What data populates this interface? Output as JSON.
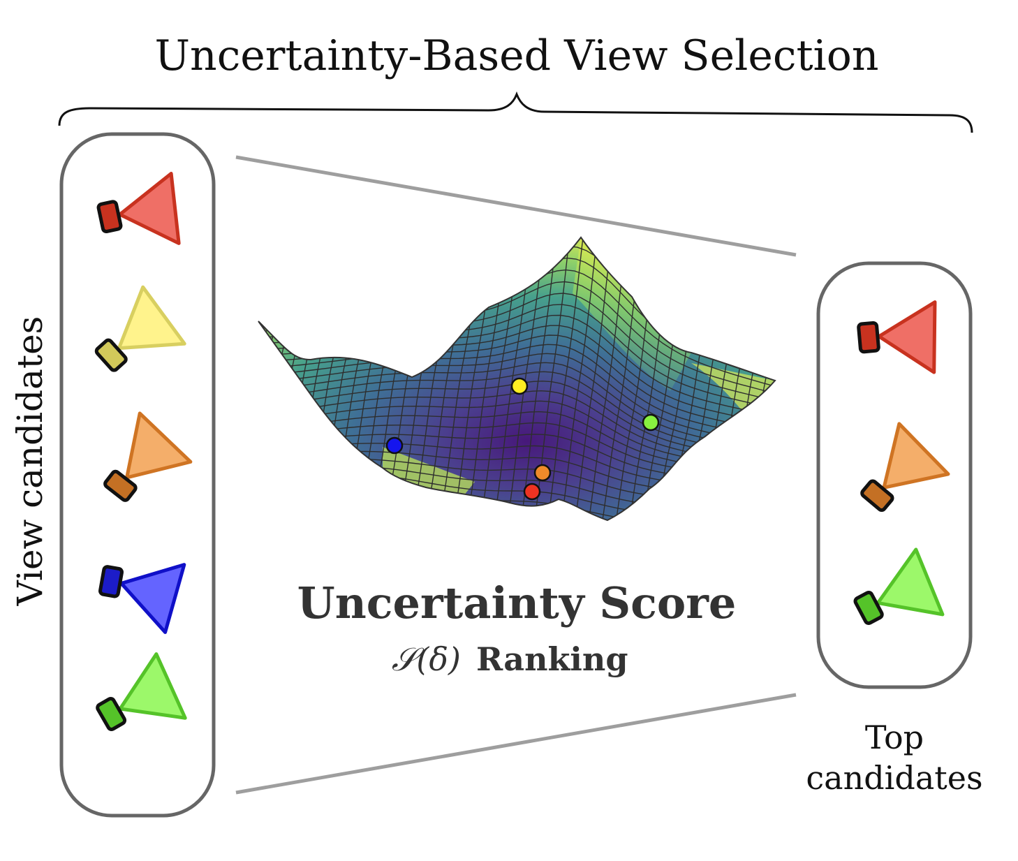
{
  "title": "Uncertainty-Based View Selection",
  "left_panel": {
    "label": "View candidates",
    "cameras": [
      {
        "color": "#ef6f66",
        "stroke": "#c8321f",
        "body": "#c8321f"
      },
      {
        "color": "#fff38c",
        "stroke": "#d8cf60",
        "body": "#d2c95a"
      },
      {
        "color": "#f4ae6a",
        "stroke": "#cf7423",
        "body": "#c47024"
      },
      {
        "color": "#6464ff",
        "stroke": "#1010c8",
        "body": "#1c1cc8"
      },
      {
        "color": "#9cf86a",
        "stroke": "#55c329",
        "body": "#55c329"
      }
    ]
  },
  "center": {
    "score_title": "Uncertainty Score",
    "ranking_symbol": "𝒮(δ)",
    "ranking_label": "Ranking",
    "markers": [
      {
        "name": "yellow",
        "color": "#ffee22"
      },
      {
        "name": "green",
        "color": "#88f040"
      },
      {
        "name": "blue",
        "color": "#1515ee"
      },
      {
        "name": "orange",
        "color": "#f08a2a"
      },
      {
        "name": "red",
        "color": "#ee3322"
      }
    ]
  },
  "right_panel": {
    "label_line1": "Top",
    "label_line2": "candidates",
    "cameras": [
      {
        "color": "#ef6f66",
        "stroke": "#c8321f",
        "body": "#c8321f"
      },
      {
        "color": "#f4ae6a",
        "stroke": "#cf7423",
        "body": "#c47024"
      },
      {
        "color": "#9cf86a",
        "stroke": "#55c329",
        "body": "#55c329"
      }
    ]
  }
}
